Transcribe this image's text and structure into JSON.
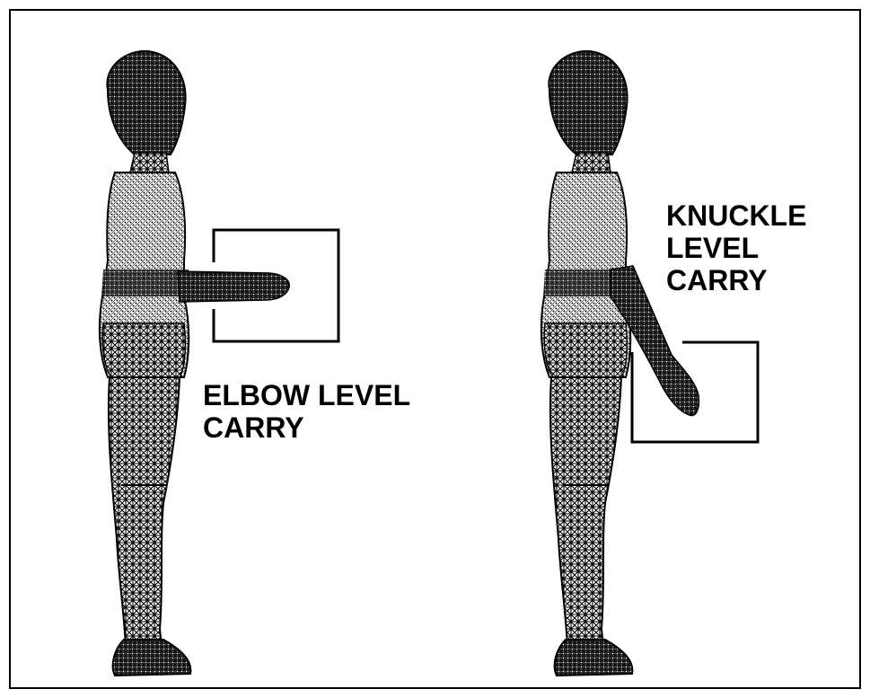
{
  "elbow": {
    "line1": "ELBOW LEVEL",
    "line2": "CARRY"
  },
  "knuckle": {
    "line1": "KNUCKLE",
    "line2": "LEVEL",
    "line3": "CARRY"
  },
  "colors": {
    "ink": "#000000",
    "background": "#ffffff"
  }
}
